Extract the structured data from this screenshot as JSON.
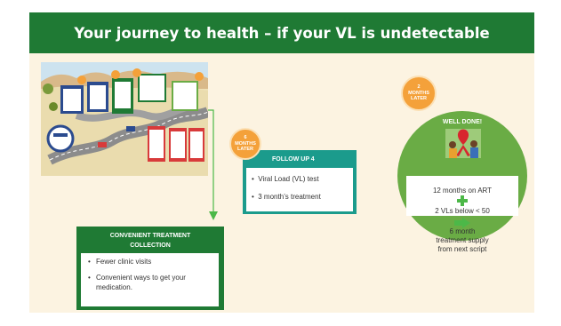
{
  "banner": {
    "title": "Your journey to health – if your VL is undetectable"
  },
  "collection": {
    "title": "CONVENIENT TREATMENT COLLECTION",
    "items": [
      "Fewer clinic visits",
      "Convenient ways to get your medication."
    ]
  },
  "follow_up": {
    "badge_number": "6",
    "badge_label": "MONTHS LATER",
    "title": "FOLLOW UP 4",
    "items": [
      "Viral Load (VL) test",
      "3 month’s treatment"
    ]
  },
  "well_done": {
    "badge_number": "2",
    "badge_label": "MONTHS LATER",
    "title": "WELL DONE!",
    "line1": "12 months on ART",
    "line2": "2 VLs below < 50",
    "line3": "6 month treatment supply from next script"
  },
  "colors": {
    "banner": "#1f7a34",
    "panel": "#fcf3e1",
    "teal": "#1b9b8c",
    "orange_badge": "#f4a13a",
    "well_done_green": "#6aac45",
    "arrow_green": "#4cb848"
  },
  "icons": [
    "journey-map-image",
    "plus-icon",
    "arrow-right-icon",
    "ribbon-photo"
  ]
}
